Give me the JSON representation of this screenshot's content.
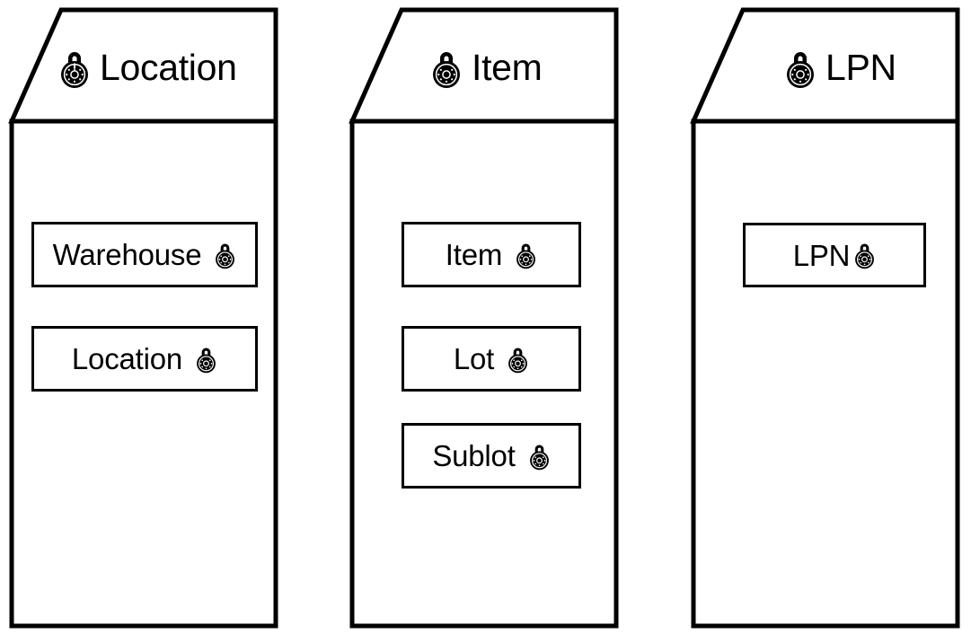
{
  "diagram": {
    "type": "swimlane-entity-groups",
    "background_color": "#ffffff",
    "stroke_color": "#000000",
    "columns": [
      {
        "id": "location",
        "header": {
          "title": "Location",
          "icon": "combination-padlock-icon"
        },
        "boxes": [
          {
            "id": "warehouse",
            "label": "Warehouse",
            "icon": "combination-padlock-icon"
          },
          {
            "id": "location",
            "label": "Location",
            "icon": "combination-padlock-icon"
          }
        ]
      },
      {
        "id": "item",
        "header": {
          "title": "Item",
          "icon": "combination-padlock-icon"
        },
        "boxes": [
          {
            "id": "item",
            "label": "Item",
            "icon": "combination-padlock-icon"
          },
          {
            "id": "lot",
            "label": "Lot",
            "icon": "combination-padlock-icon"
          },
          {
            "id": "sublot",
            "label": "Sublot",
            "icon": "combination-padlock-icon"
          }
        ]
      },
      {
        "id": "lpn",
        "header": {
          "title": "LPN",
          "icon": "combination-padlock-icon"
        },
        "boxes": [
          {
            "id": "lpn",
            "label": "LPN",
            "icon": "combination-padlock-icon"
          }
        ]
      }
    ]
  }
}
